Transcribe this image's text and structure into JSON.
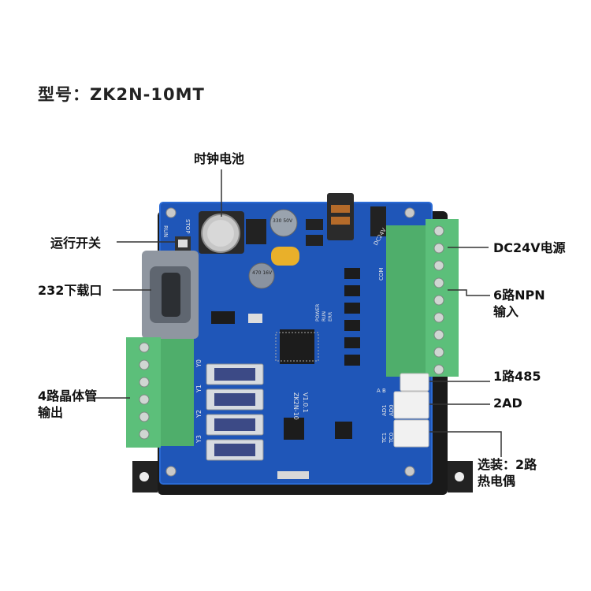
{
  "model": {
    "label": "型号：ZK2N-10MT"
  },
  "callouts": {
    "clock_battery": "时钟电池",
    "run_switch": "运行开关",
    "rs232_port": "232下载口",
    "transistor_output_line1": "4路晶体管",
    "transistor_output_line2": "输出",
    "dc24v_power": "DC24V电源",
    "npn_input_line1": "6路NPN",
    "npn_input_line2": "输入",
    "rs485": "1路485",
    "analog_2ad": "2AD",
    "thermocouple_line1": "选装：2路",
    "thermocouple_line2": "热电偶"
  },
  "board_silkscreen": {
    "run": "RUN",
    "stop": "STOP",
    "model_mark": "ZK2N-10",
    "version": "V1.0.1",
    "dc24v": "DC24V",
    "com": "COM",
    "power": "POWER",
    "run_led": "RUN",
    "err_led": "ERR",
    "ab": "A B",
    "ad1": "AD1",
    "ad0": "AD0",
    "tc1": "TC1",
    "tc0": "TC0",
    "y_labels": [
      "Y0",
      "Y1",
      "Y2",
      "Y3"
    ],
    "cap1": "470 16V",
    "cap2": "330 50V"
  },
  "colors": {
    "pcb": "#1f56b8",
    "terminal": "#5cbf7a",
    "housing": "#1a1a1a"
  }
}
